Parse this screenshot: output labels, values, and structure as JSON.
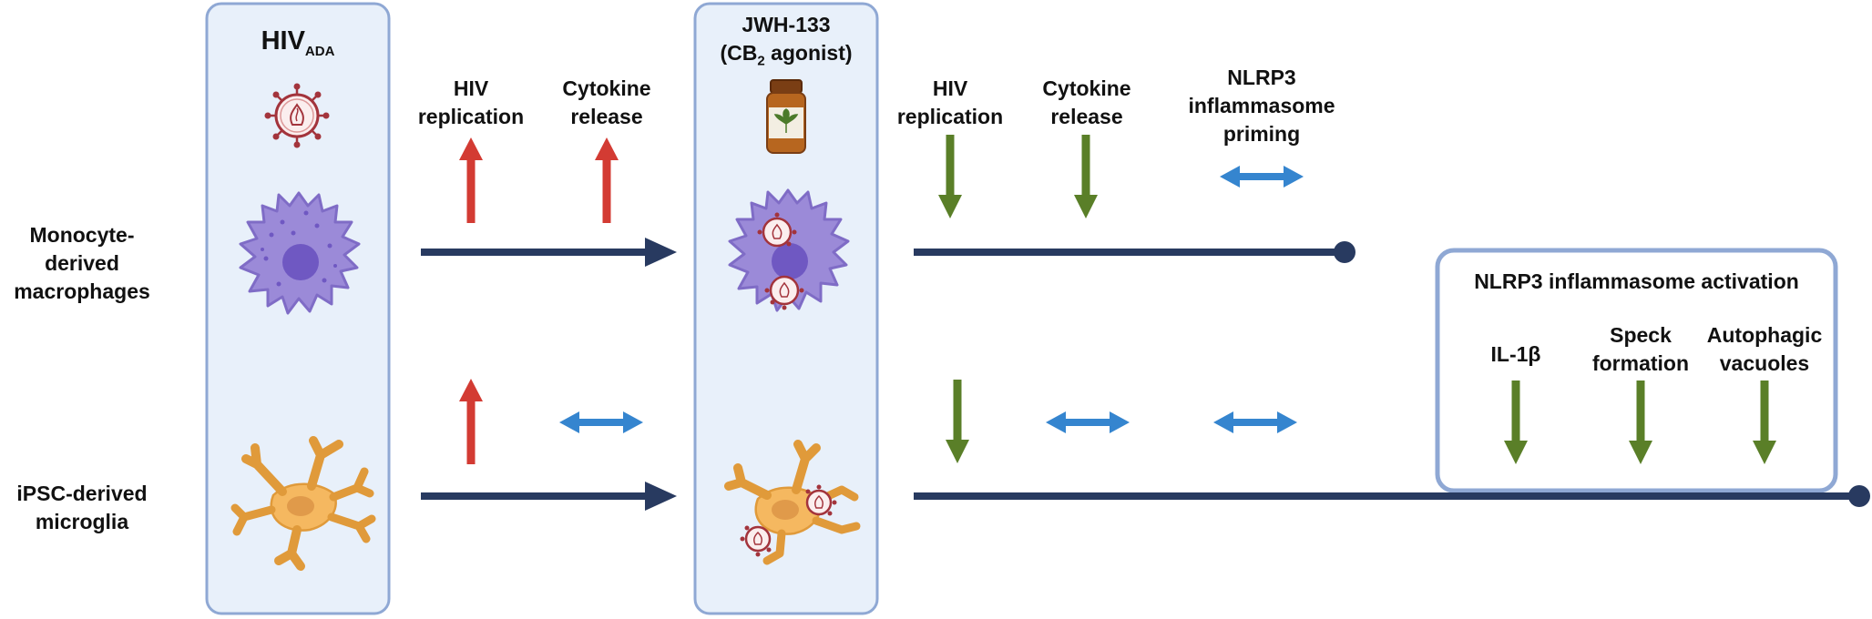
{
  "colors": {
    "panel_fill": "#e8f0fa",
    "panel_stroke": "#8fa8d4",
    "timeline": "#283a60",
    "increase_arrow": "#d33b33",
    "decrease_arrow": "#5a7f28",
    "nochange_arrow": "#3585cf",
    "macrophage": "#9b8ad8",
    "microglia": "#f5b860",
    "virus": "#a3343c"
  },
  "rows": {
    "macrophages": {
      "line1": "Monocyte-derived",
      "line2": "macrophages"
    },
    "microglia": {
      "line1": "iPSC-derived",
      "line2": "microglia"
    }
  },
  "infection_panel": {
    "title": "HIV",
    "title_subscript": "ADA"
  },
  "treatment_panel": {
    "line1": "JWH-133",
    "line2_pre": "(CB",
    "line2_sub": "2",
    "line2_post": " agonist)"
  },
  "stage1_headers": {
    "hiv_replication": {
      "line1": "HIV",
      "line2": "replication"
    },
    "cytokine_release": {
      "line1": "Cytokine",
      "line2": "release"
    }
  },
  "stage2_headers": {
    "hiv_replication": {
      "line1": "HIV",
      "line2": "replication"
    },
    "cytokine_release": {
      "line1": "Cytokine",
      "line2": "release"
    },
    "nlrp3_priming": {
      "line1": "NLRP3",
      "line2": "inflammasome",
      "line3": "priming"
    }
  },
  "activation_box": {
    "title": "NLRP3 inflammasome activation",
    "il1b": "IL-1β",
    "speck": {
      "line1": "Speck",
      "line2": "formation"
    },
    "autophagic": {
      "line1": "Autophagic",
      "line2": "vacuoles"
    }
  },
  "effects": {
    "macrophages_stage1": [
      "increase",
      "increase"
    ],
    "microglia_stage1": [
      "increase",
      "no-change"
    ],
    "macrophages_stage2": [
      "decrease",
      "decrease",
      "no-change"
    ],
    "microglia_stage2": [
      "decrease",
      "no-change",
      "no-change"
    ],
    "microglia_activation": [
      "decrease",
      "decrease",
      "decrease"
    ]
  }
}
